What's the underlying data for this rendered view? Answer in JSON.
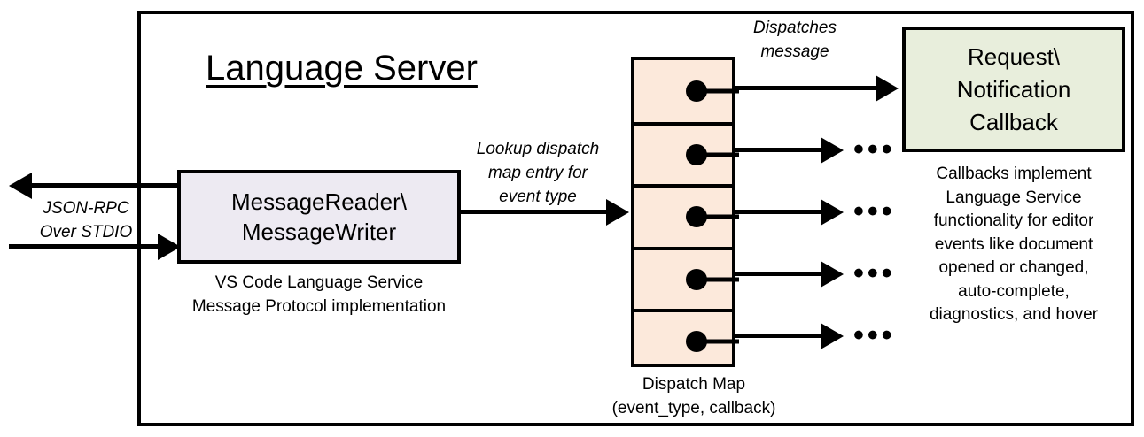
{
  "diagram": {
    "title": "Language Server",
    "frame_label": "language-server-boundary"
  },
  "message_io": {
    "box_line1": "MessageReader\\",
    "box_line2": "MessageWriter",
    "caption_line1": "VS Code Language Service",
    "caption_line2": "Message Protocol implementation",
    "transport_label_line1": "JSON-RPC",
    "transport_label_line2": "Over STDIO"
  },
  "lookup": {
    "line1": "Lookup dispatch",
    "line2": "map entry for",
    "line3": "event type"
  },
  "dispatch_map": {
    "caption_line1": "Dispatch Map",
    "caption_line2": "(event_type, callback)",
    "row_count": 5,
    "rows": [
      {
        "id": "row-1",
        "target": "Request\\Notification Callback"
      },
      {
        "id": "row-2",
        "target": "..."
      },
      {
        "id": "row-3",
        "target": "..."
      },
      {
        "id": "row-4",
        "target": "..."
      },
      {
        "id": "row-5",
        "target": "..."
      }
    ],
    "ellipsis": "•••"
  },
  "dispatch_edge": {
    "line1": "Dispatches",
    "line2": "message"
  },
  "callback": {
    "box_line1": "Request\\",
    "box_line2": "Notification",
    "box_line3": "Callback",
    "caption_line1": "Callbacks implement",
    "caption_line2": "Language Service",
    "caption_line3": "functionality for editor",
    "caption_line4": "events like document",
    "caption_line5": "opened or changed,",
    "caption_line6": "auto-complete,",
    "caption_line7": "diagnostics, and hover"
  },
  "colors": {
    "stroke": "#000000",
    "background": "#FFFFFF",
    "message_box_fill": "#EDEAF2",
    "dispatch_map_fill": "#FCE9DB",
    "callback_box_fill": "#E8EEDC"
  }
}
